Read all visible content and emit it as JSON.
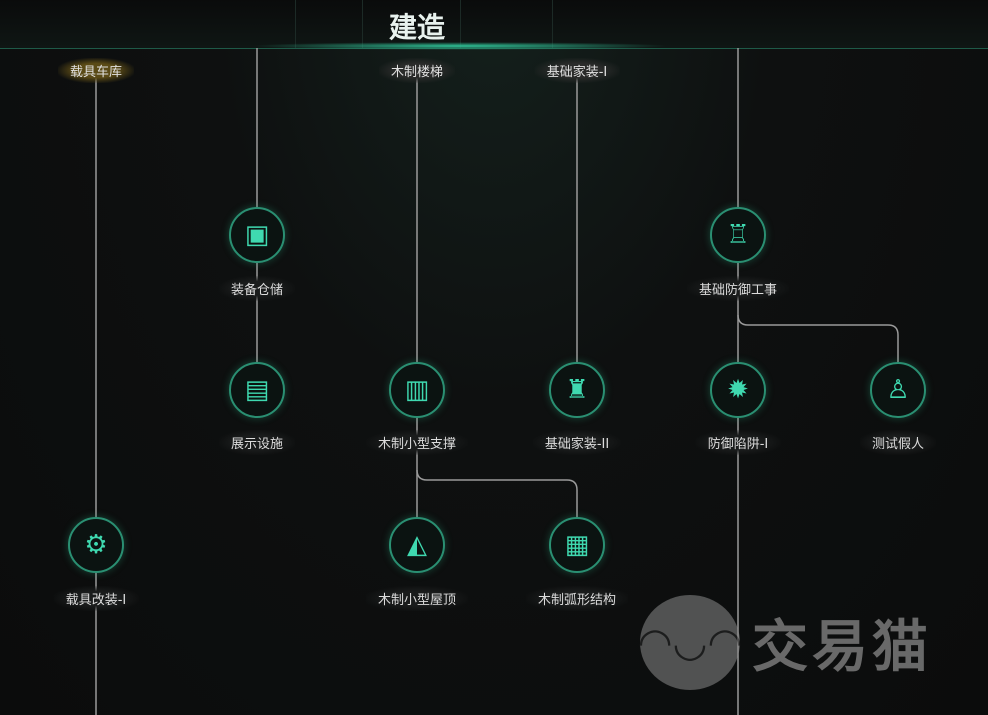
{
  "header": {
    "title": "建造"
  },
  "top_labels": [
    "载具车库",
    "木制楼梯",
    "基础家装-I"
  ],
  "nodes": [
    {
      "label": "装备仓储",
      "icon": "storage-crate-icon",
      "glyph": "▣"
    },
    {
      "label": "展示设施",
      "icon": "display-case-icon",
      "glyph": "▤"
    },
    {
      "label": "木制小型支撑",
      "icon": "wooden-support-icon",
      "glyph": "▥"
    },
    {
      "label": "基础家装-II",
      "icon": "lamp-icon",
      "glyph": "♜"
    },
    {
      "label": "防御陷阱-I",
      "icon": "trap-icon",
      "glyph": "✹"
    },
    {
      "label": "测试假人",
      "icon": "dummy-icon",
      "glyph": "♙"
    },
    {
      "label": "基础防御工事",
      "icon": "watchtower-icon",
      "glyph": "♖"
    },
    {
      "label": "载具改装-I",
      "icon": "piston-icon",
      "glyph": "⚙"
    },
    {
      "label": "木制小型屋顶",
      "icon": "roof-icon",
      "glyph": "◭"
    },
    {
      "label": "木制弧形结构",
      "icon": "arch-structure-icon",
      "glyph": "▦"
    }
  ],
  "watermark": {
    "text": "交易猫",
    "logo": "cat-icon"
  },
  "colors": {
    "accent": "#2a8f72",
    "icon": "#3fd9b0"
  }
}
